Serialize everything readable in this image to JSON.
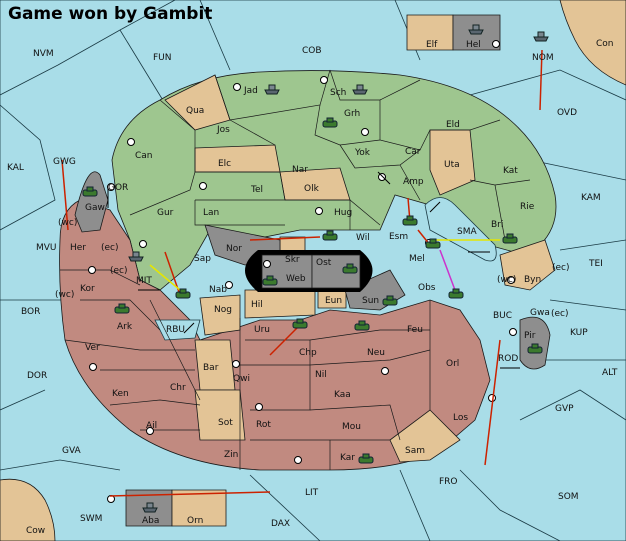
{
  "title": "Game won by Gambit",
  "colors": {
    "sea": "#a9dde8",
    "green_power": "#9ec68f",
    "red_power": "#c18a80",
    "neutral": "#e3c496",
    "impassable": "#8e8e8e",
    "order_arrow": "#cc2200",
    "support_arrow": "#e6e600",
    "retreat_arrow": "#cc33cc"
  },
  "labels": {
    "NVM": "NVM",
    "FUN": "FUN",
    "COB": "COB",
    "Elf": "Elf",
    "Hel": "Hel",
    "Con": "Con",
    "NOM": "NOM",
    "OVD": "OVD",
    "KAL": "KAL",
    "GWG": "GWG",
    "GOR": "GOR",
    "Gaw": "Gaw",
    "wc1": "(wc)",
    "MVU": "MVU",
    "Her": "Her",
    "ec1": "(ec)",
    "ec2": "(ec)",
    "MIT": "MIT",
    "Kor": "Kor",
    "wc2": "(wc)",
    "BOR": "BOR",
    "Ark": "Ark",
    "RBU": "RBU",
    "Ver": "Ver",
    "DOR": "DOR",
    "Ken": "Ken",
    "Chr": "Chr",
    "Ail": "Ail",
    "GVA": "GVA",
    "Cow": "Cow",
    "SWM": "SWM",
    "Aba": "Aba",
    "Orn": "Orn",
    "LIT": "LIT",
    "DAX": "DAX",
    "FRO": "FRO",
    "SOM": "SOM",
    "GVP": "GVP",
    "ALT": "ALT",
    "KUP": "KUP",
    "TEI": "TEI",
    "KAM": "KAM",
    "Jad": "Jad",
    "Sch": "Sch",
    "Qua": "Qua",
    "Jos": "Jos",
    "Grh": "Grh",
    "Eld": "Eld",
    "Can": "Can",
    "Elc": "Elc",
    "Yok": "Yok",
    "Car": "Car",
    "Uta": "Uta",
    "Kat": "Kat",
    "Nar": "Nar",
    "Tel": "Tel",
    "Olk": "Olk",
    "Amp": "Amp",
    "Rie": "Rie",
    "Gur": "Gur",
    "Lan": "Lan",
    "Hug": "Hug",
    "Bri": "Bri",
    "SMA": "SMA",
    "Esm": "Esm",
    "Nor": "Nor",
    "Wil": "Wil",
    "Skr": "Skr",
    "Ost": "Ost",
    "Sap": "Sap",
    "Web": "Web",
    "Mel": "Mel",
    "Byn": "Byn",
    "wc3": "(wc)",
    "ec3": "(ec)",
    "Nab": "Nab",
    "Hil": "Hil",
    "Eun": "Eun",
    "Sun": "Sun",
    "Obs": "Obs",
    "Gwa": "Gwa",
    "ec4": "(ec)",
    "BUC": "BUC",
    "Nog": "Nog",
    "Uru": "Uru",
    "Feu": "Feu",
    "Pir": "Pir",
    "Chp": "Chp",
    "Neu": "Neu",
    "ROD": "ROD",
    "Bar": "Bar",
    "Qwi": "Qwi",
    "Nil": "Nil",
    "Orl": "Orl",
    "Kaa": "Kaa",
    "Sot": "Sot",
    "Rot": "Rot",
    "Mou": "Mou",
    "Los": "Los",
    "Zin": "Zin",
    "Kar": "Kar",
    "Sam": "Sam"
  },
  "units": [
    {
      "name": "army-unit",
      "power": "green",
      "at": "Grh"
    },
    {
      "name": "army-unit",
      "power": "green",
      "at": "Gaw"
    },
    {
      "name": "army-unit",
      "power": "green",
      "at": "Wil"
    },
    {
      "name": "army-unit",
      "power": "green",
      "at": "Esm"
    },
    {
      "name": "army-unit",
      "power": "green",
      "at": "Mel"
    },
    {
      "name": "army-unit",
      "power": "green",
      "at": "Bri"
    },
    {
      "name": "army-unit",
      "power": "green",
      "at": "Sap"
    },
    {
      "name": "army-unit",
      "power": "green",
      "at": "Ark"
    },
    {
      "name": "army-unit",
      "power": "green",
      "at": "Web"
    },
    {
      "name": "army-unit",
      "power": "green",
      "at": "Ost"
    },
    {
      "name": "army-unit",
      "power": "green",
      "at": "Sun"
    },
    {
      "name": "army-unit",
      "power": "green",
      "at": "Obs"
    },
    {
      "name": "army-unit",
      "power": "green",
      "at": "Uru"
    },
    {
      "name": "army-unit",
      "power": "green",
      "at": "Feu"
    },
    {
      "name": "army-unit",
      "power": "green",
      "at": "Pir"
    },
    {
      "name": "army-unit",
      "power": "green",
      "at": "Kar"
    },
    {
      "name": "fleet-unit",
      "power": "grey",
      "at": "Jad"
    },
    {
      "name": "fleet-unit",
      "power": "grey",
      "at": "Sch"
    },
    {
      "name": "fleet-unit",
      "power": "grey",
      "at": "Hel"
    },
    {
      "name": "fleet-unit",
      "power": "grey",
      "at": "NOM"
    },
    {
      "name": "fleet-unit",
      "power": "grey",
      "at": "MIT"
    },
    {
      "name": "fleet-unit",
      "power": "grey",
      "at": "Aba"
    }
  ]
}
